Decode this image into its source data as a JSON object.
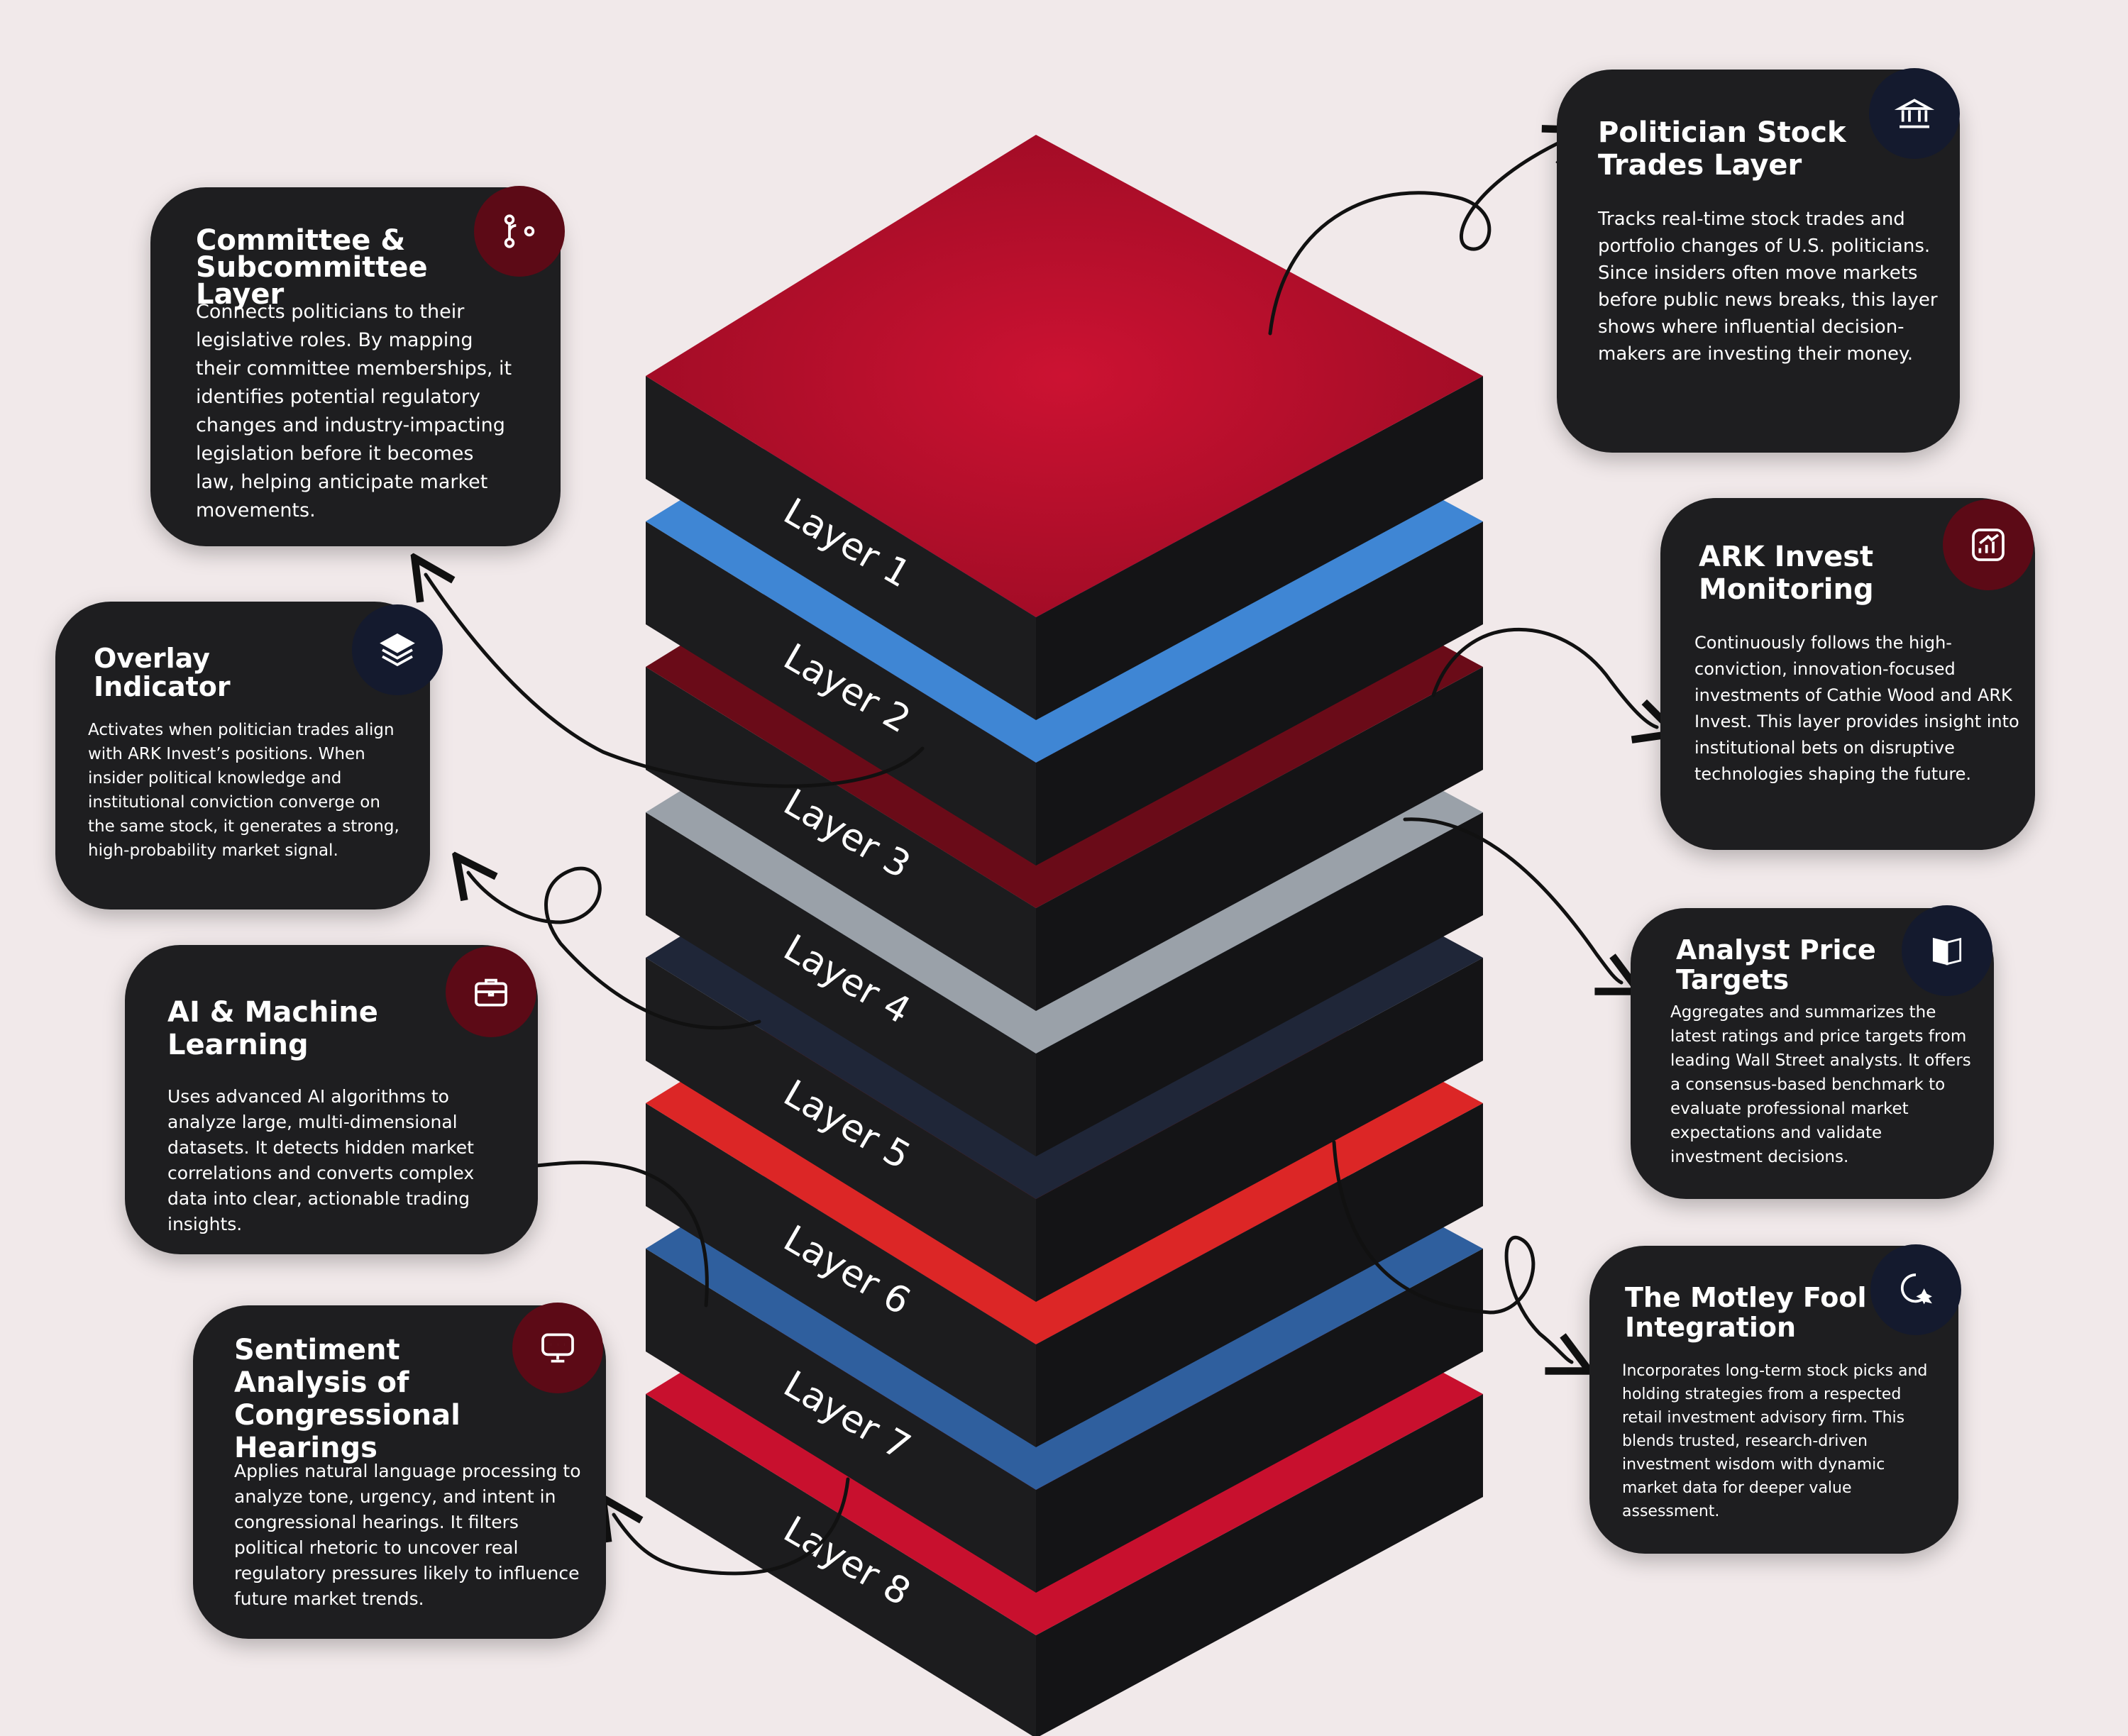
{
  "colors": {
    "background": "#f1e9ea",
    "card_bg": "#1e1e20",
    "badge_red": "#5c0a16",
    "badge_navy": "#141a2e",
    "layer_side": "#1c1c1e"
  },
  "layers": [
    {
      "label": "Layer 1",
      "top_color": "#b40f2c"
    },
    {
      "label": "Layer 2",
      "top_color": "#3f86d4"
    },
    {
      "label": "Layer 3",
      "top_color": "#6a0b18"
    },
    {
      "label": "Layer 4",
      "top_color": "#9aa1a9"
    },
    {
      "label": "Layer 5",
      "top_color": "#1f2638"
    },
    {
      "label": "Layer 6",
      "top_color": "#dc2626"
    },
    {
      "label": "Layer 7",
      "top_color": "#2f5f9e"
    },
    {
      "label": "Layer 8",
      "top_color": "#c8102e"
    }
  ],
  "cards": {
    "committee": {
      "title": "Committee & Subcommittee Layer",
      "body": "Connects politicians to their legislative roles. By mapping their committee memberships, it identifies potential regulatory changes and industry-impacting legislation before it becomes law, helping anticipate market movements.",
      "icon": "branch-icon"
    },
    "overlay": {
      "title": "Overlay Indicator",
      "body": "Activates when politician trades align with ARK Invest’s positions. When insider political knowledge and institutional conviction converge on the same stock, it generates a strong, high-probability market signal.",
      "icon": "stack-layers-icon"
    },
    "ai": {
      "title": "AI & Machine Learning",
      "body": "Uses advanced AI algorithms to analyze large, multi-dimensional datasets. It detects hidden market correlations and converts complex data into clear, actionable trading insights.",
      "icon": "briefcase-icon"
    },
    "sentiment": {
      "title": "Sentiment Analysis of Congressional Hearings",
      "body": "Applies natural language processing to analyze tone, urgency, and intent in congressional hearings. It filters political rhetoric to uncover real regulatory pressures likely to influence future market trends.",
      "icon": "chat-monitor-icon"
    },
    "politician": {
      "title": "Politician Stock Trades Layer",
      "body": "Tracks real-time stock trades and portfolio changes of U.S. politicians. Since insiders often move markets before public news breaks, this layer shows where influential decision-makers are investing their money.",
      "icon": "bank-icon"
    },
    "ark": {
      "title": "ARK Invest Monitoring",
      "body": "Continuously follows the high-conviction, innovation-focused investments of Cathie Wood and ARK Invest. This layer provides insight into institutional bets on disruptive technologies shaping the future.",
      "icon": "chart-up-icon"
    },
    "analyst": {
      "title": "Analyst Price Targets",
      "body": "Aggregates and summarizes the latest ratings and price targets from leading Wall Street analysts. It offers a consensus-based benchmark to evaluate professional market expectations and validate investment decisions.",
      "icon": "book-icon"
    },
    "motley": {
      "title": "The Motley Fool Integration",
      "body": "Incorporates long-term stock picks and holding strategies from a respected retail investment advisory firm. This blends trusted, research-driven investment wisdom with dynamic market data for deeper value assessment.",
      "icon": "sparkle-chat-icon"
    }
  }
}
